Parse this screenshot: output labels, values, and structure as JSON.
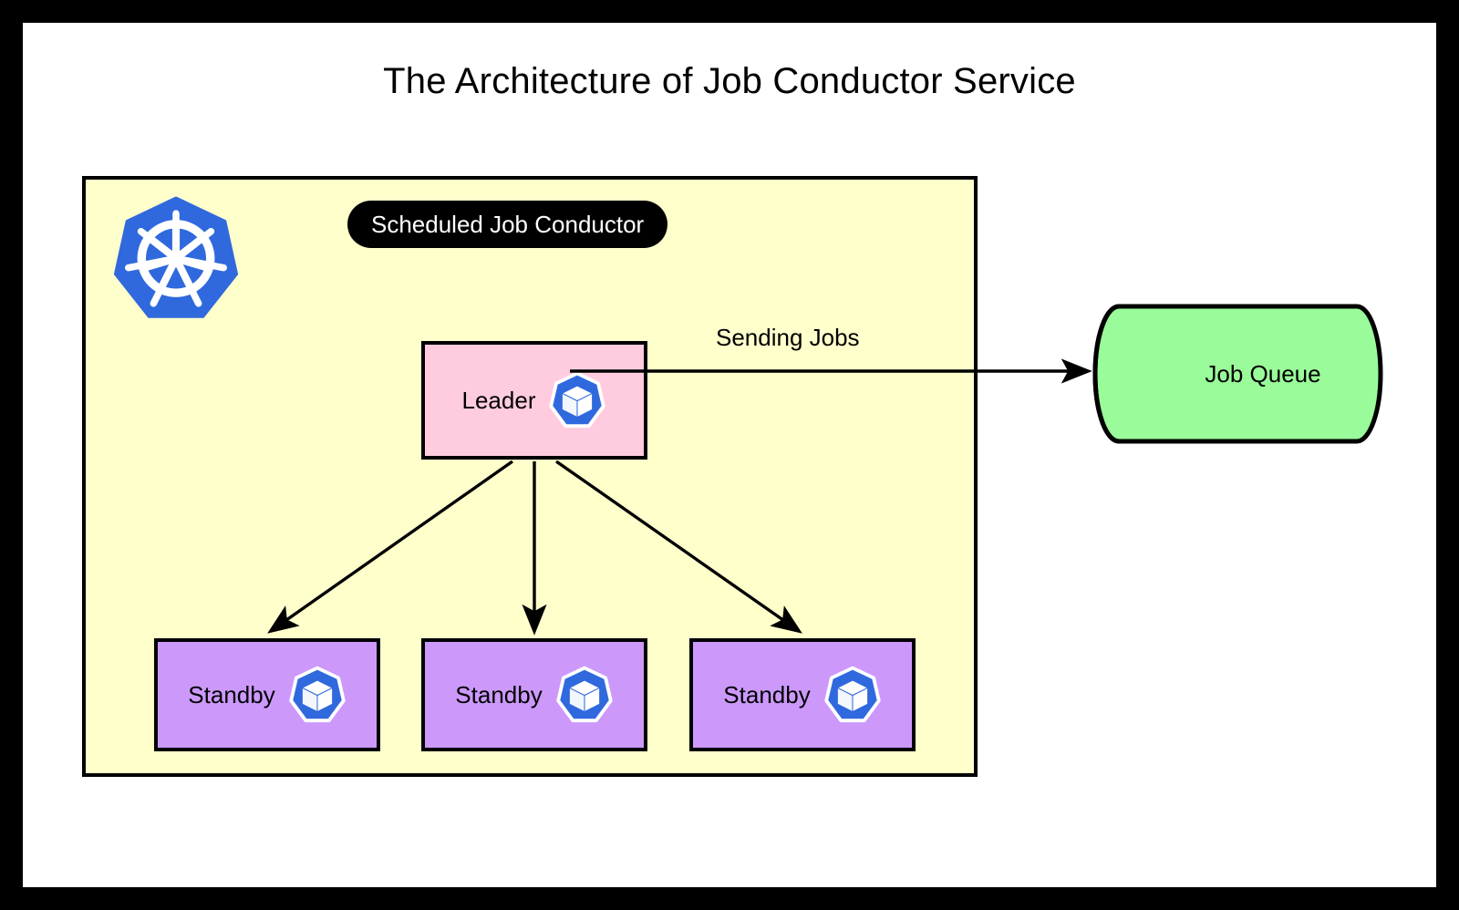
{
  "page": {
    "title": "The Architecture of Job Conductor Service",
    "frame_color": "#000000",
    "canvas_color": "#ffffff"
  },
  "cluster": {
    "badge_label": "Scheduled Job Conductor",
    "badge_bg": "#000000",
    "badge_text_color": "#ffffff",
    "background": "#ffffcc",
    "border_color": "#000000",
    "logo_icon": "kubernetes-logo",
    "logo_color": "#3069dd"
  },
  "nodes": {
    "leader": {
      "label": "Leader",
      "fill": "#ffccdf",
      "icon": "kubernetes-pod-icon"
    },
    "standby": [
      {
        "label": "Standby",
        "fill": "#cc99fb",
        "icon": "kubernetes-pod-icon"
      },
      {
        "label": "Standby",
        "fill": "#cc99fb",
        "icon": "kubernetes-pod-icon"
      },
      {
        "label": "Standby",
        "fill": "#cc99fb",
        "icon": "kubernetes-pod-icon"
      }
    ]
  },
  "edges": {
    "sending_jobs_label": "Sending Jobs"
  },
  "queue": {
    "label": "Job Queue",
    "fill": "#99fb99",
    "stroke": "#000000",
    "shape": "cylinder"
  }
}
